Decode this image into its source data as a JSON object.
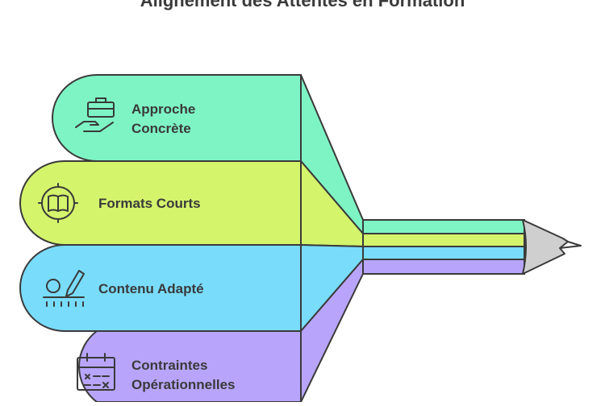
{
  "title": "Alignement des Attentes en Formation",
  "items": [
    {
      "label_lines": [
        "Approche",
        "Concrète"
      ],
      "icon": "hand-briefcase-icon",
      "color": "#7ef4c4"
    },
    {
      "label_lines": [
        "Formats Courts"
      ],
      "icon": "book-clock-icon",
      "color": "#d4f46c"
    },
    {
      "label_lines": [
        "Contenu Adapté"
      ],
      "icon": "ruler-pencil-icon",
      "color": "#79dcfb"
    },
    {
      "label_lines": [
        "Contraintes",
        "Opérationnelles"
      ],
      "icon": "calendar-x-icon",
      "color": "#b8a5fb"
    }
  ],
  "pencil": {
    "tip_color": "#cfcfcf",
    "lead_color": "#a8a8a8",
    "stroke": "#3a3a3a"
  }
}
